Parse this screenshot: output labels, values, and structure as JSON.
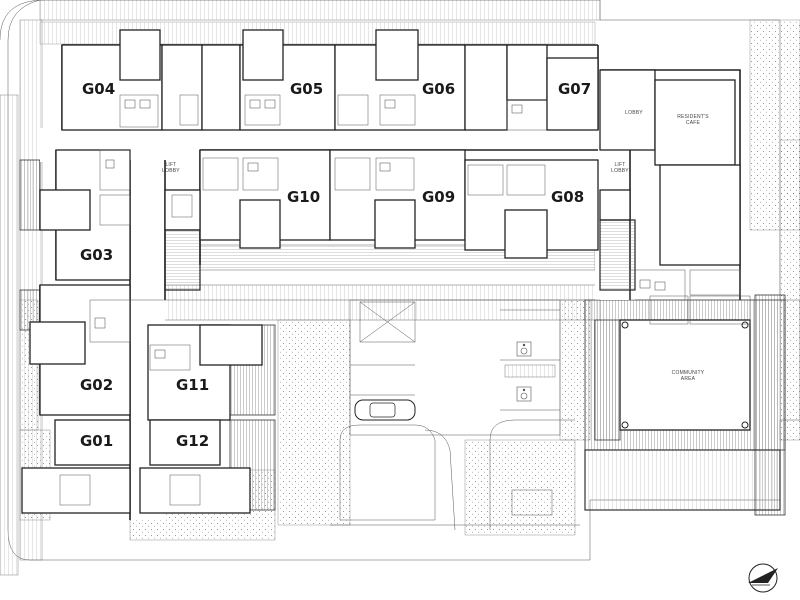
{
  "plan": {
    "units": [
      "G01",
      "G02",
      "G03",
      "G04",
      "G05",
      "G06",
      "G07",
      "G08",
      "G09",
      "G10",
      "G11",
      "G12"
    ],
    "rooms": {
      "lift_lobby_1": "LIFT\nLOBBY",
      "lift_lobby_2": "LIFT\nLOBBY",
      "lobby": "LOBBY",
      "residents_cafe": "RESIDENT'S\nCAFE",
      "community_area": "COMMUNITY\nAREA"
    },
    "icons": [
      "accessible-parking-icon",
      "accessible-parking-icon",
      "north-arrow-icon",
      "car-icon"
    ]
  }
}
